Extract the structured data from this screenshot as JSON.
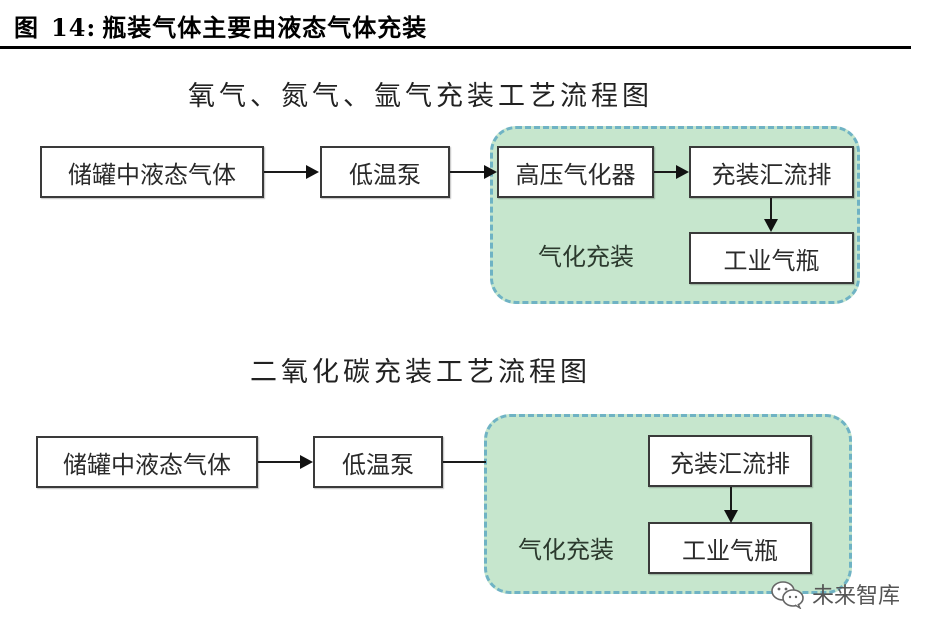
{
  "figure": {
    "label": "图",
    "number": "14:",
    "title": "瓶装气体主要由液态气体充装"
  },
  "diagram1": {
    "title": "氧气、氮气、氩气充装工艺流程图",
    "nodes": {
      "storage": "储罐中液态气体",
      "pump": "低温泵",
      "vaporizer": "高压气化器",
      "manifold": "充装汇流排",
      "cylinder": "工业气瓶"
    },
    "group_label": "气化充装",
    "edges": [
      [
        "storage",
        "pump"
      ],
      [
        "pump",
        "vaporizer"
      ],
      [
        "vaporizer",
        "manifold"
      ],
      [
        "manifold",
        "cylinder"
      ]
    ]
  },
  "diagram2": {
    "title": "二氧化碳充装工艺流程图",
    "nodes": {
      "storage": "储罐中液态气体",
      "pump": "低温泵",
      "manifold": "充装汇流排",
      "cylinder": "工业气瓶"
    },
    "group_label": "气化充装",
    "edges": [
      [
        "storage",
        "pump"
      ],
      [
        "pump",
        "group"
      ],
      [
        "manifold",
        "cylinder"
      ]
    ]
  },
  "watermark": {
    "icon": "wechat-icon",
    "text": "未来智库"
  },
  "colors": {
    "group_fill": "#c6e6cd",
    "group_border": "#6fb3c4"
  }
}
